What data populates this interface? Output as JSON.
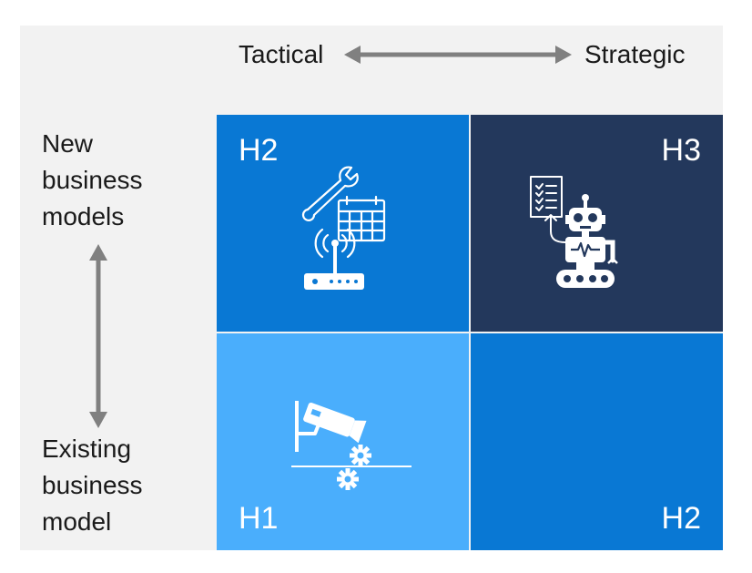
{
  "x_axis": {
    "left_label": "Tactical",
    "right_label": "Strategic"
  },
  "y_axis": {
    "top_label": [
      "New",
      "business",
      "models"
    ],
    "bottom_label": [
      "Existing",
      "business",
      "model"
    ]
  },
  "quadrants": {
    "top_left": {
      "label": "H2",
      "color": "#0978d4",
      "icon": "wrench-calendar-router-icon"
    },
    "top_right": {
      "label": "H3",
      "color": "#23385c",
      "icon": "robot-checklist-icon"
    },
    "bottom_left": {
      "label": "H1",
      "color": "#4aaefc",
      "icon": "camera-gears-icon"
    },
    "bottom_right": {
      "label": "H2",
      "color": "#0978d4"
    }
  },
  "colors": {
    "background": "#f2f2f2",
    "arrow": "#808080",
    "icon": "#ffffff"
  }
}
